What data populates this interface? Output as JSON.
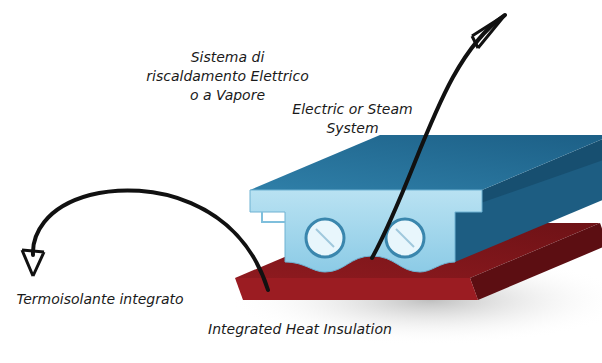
{
  "diagram": {
    "labels": [
      "Sistema di riscaldamento Elettrico o a Vapore",
      "Electric or Steam System",
      "Termoisolante integrato",
      "Integrated Heat Insulation"
    ]
  }
}
